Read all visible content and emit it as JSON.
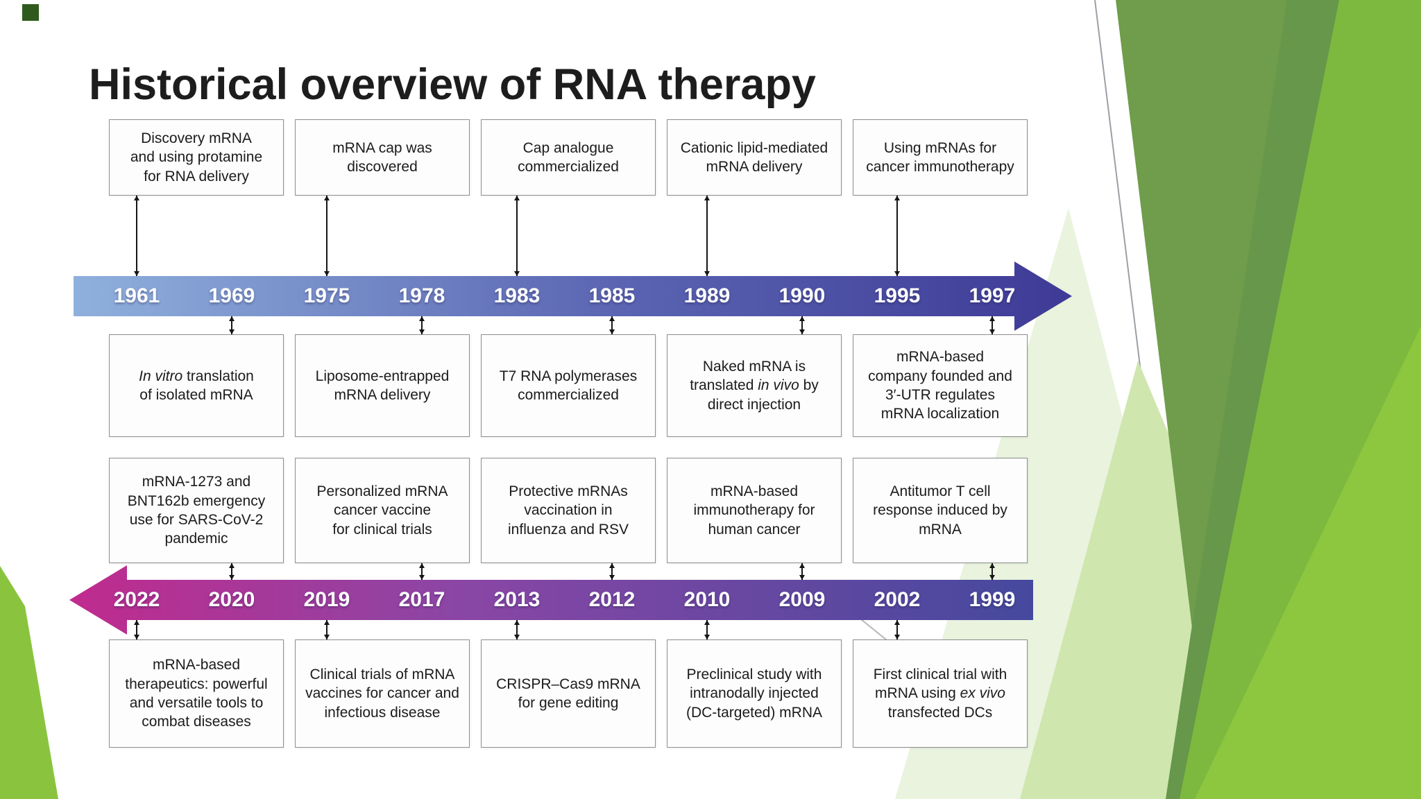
{
  "slide": {
    "title": "Historical overview of RNA therapy"
  },
  "colors": {
    "timeline_top_gradient": [
      "#8fb0dc",
      "#5a64b2",
      "#3e3a96"
    ],
    "timeline_bottom_gradient": [
      "#c02b8e",
      "#8b46a5",
      "#45499e"
    ],
    "year_text": "#ffffff",
    "box_border": "#8e8e8e",
    "facet_greens": [
      "#e9f3de",
      "#cfe6ae",
      "#6f9d4b",
      "#67974a",
      "#7cb93e",
      "#8dc63f"
    ]
  },
  "timeline_top": {
    "direction": "right",
    "years": [
      "1961",
      "1969",
      "1975",
      "1978",
      "1983",
      "1985",
      "1989",
      "1990",
      "1995",
      "1997"
    ],
    "boxes_above": [
      {
        "year": "1961",
        "segments": [
          {
            "text": "Discovery  mRNA\nand using protamine\nfor RNA delivery"
          }
        ]
      },
      {
        "year": "1975",
        "segments": [
          {
            "text": "mRNA cap was\ndiscovered"
          }
        ]
      },
      {
        "year": "1983",
        "segments": [
          {
            "text": "Cap analogue\ncommercialized"
          }
        ]
      },
      {
        "year": "1989",
        "segments": [
          {
            "text": "Cationic lipid-mediated\nmRNA delivery"
          }
        ]
      },
      {
        "year": "1995",
        "segments": [
          {
            "text": "Using mRNAs for\ncancer immunotherapy"
          }
        ]
      }
    ],
    "boxes_below": [
      {
        "year": "1969",
        "segments": [
          {
            "text": "In vitro",
            "italic": true
          },
          {
            "text": " translation\nof isolated mRNA"
          }
        ]
      },
      {
        "year": "1978",
        "segments": [
          {
            "text": "Liposome-entrapped\nmRNA delivery"
          }
        ]
      },
      {
        "year": "1985",
        "segments": [
          {
            "text": "T7 RNA polymerases\ncommercialized"
          }
        ]
      },
      {
        "year": "1990",
        "segments": [
          {
            "text": "Naked mRNA is\ntranslated "
          },
          {
            "text": "in vivo",
            "italic": true
          },
          {
            "text": " by\ndirect injection"
          }
        ]
      },
      {
        "year": "1997",
        "segments": [
          {
            "text": "mRNA-based\ncompany founded and\n3′-UTR regulates\nmRNA localization"
          }
        ]
      }
    ]
  },
  "timeline_bottom": {
    "direction": "left",
    "years": [
      "2022",
      "2020",
      "2019",
      "2017",
      "2013",
      "2012",
      "2010",
      "2009",
      "2002",
      "1999"
    ],
    "boxes_above": [
      {
        "year": "2020",
        "segments": [
          {
            "text": "mRNA-1273 and\nBNT162b emergency\nuse for SARS-CoV-2\npandemic"
          }
        ]
      },
      {
        "year": "2017",
        "segments": [
          {
            "text": "Personalized mRNA\ncancer vaccine\nfor clinical trials"
          }
        ]
      },
      {
        "year": "2012",
        "segments": [
          {
            "text": "Protective mRNAs\nvaccination in\ninfluenza and RSV"
          }
        ]
      },
      {
        "year": "2009",
        "segments": [
          {
            "text": "mRNA-based\nimmunotherapy for\nhuman cancer"
          }
        ]
      },
      {
        "year": "1999",
        "segments": [
          {
            "text": "Antitumor T cell\nresponse induced by\nmRNA"
          }
        ]
      }
    ],
    "boxes_below": [
      {
        "year": "2022",
        "segments": [
          {
            "text": "mRNA-based\ntherapeutics: powerful\nand versatile tools to\ncombat diseases"
          }
        ]
      },
      {
        "year": "2019",
        "segments": [
          {
            "text": "Clinical trials of mRNA\nvaccines for cancer and\ninfectious disease"
          }
        ]
      },
      {
        "year": "2013",
        "segments": [
          {
            "text": "CRISPR–Cas9 mRNA\nfor gene editing"
          }
        ]
      },
      {
        "year": "2010",
        "segments": [
          {
            "text": "Preclinical study with\nintranodally injected\n(DC-targeted) mRNA"
          }
        ]
      },
      {
        "year": "2002",
        "segments": [
          {
            "text": "First clinical trial with\nmRNA using "
          },
          {
            "text": "ex vivo",
            "italic": true
          },
          {
            "text": "\ntransfected DCs"
          }
        ]
      }
    ]
  }
}
